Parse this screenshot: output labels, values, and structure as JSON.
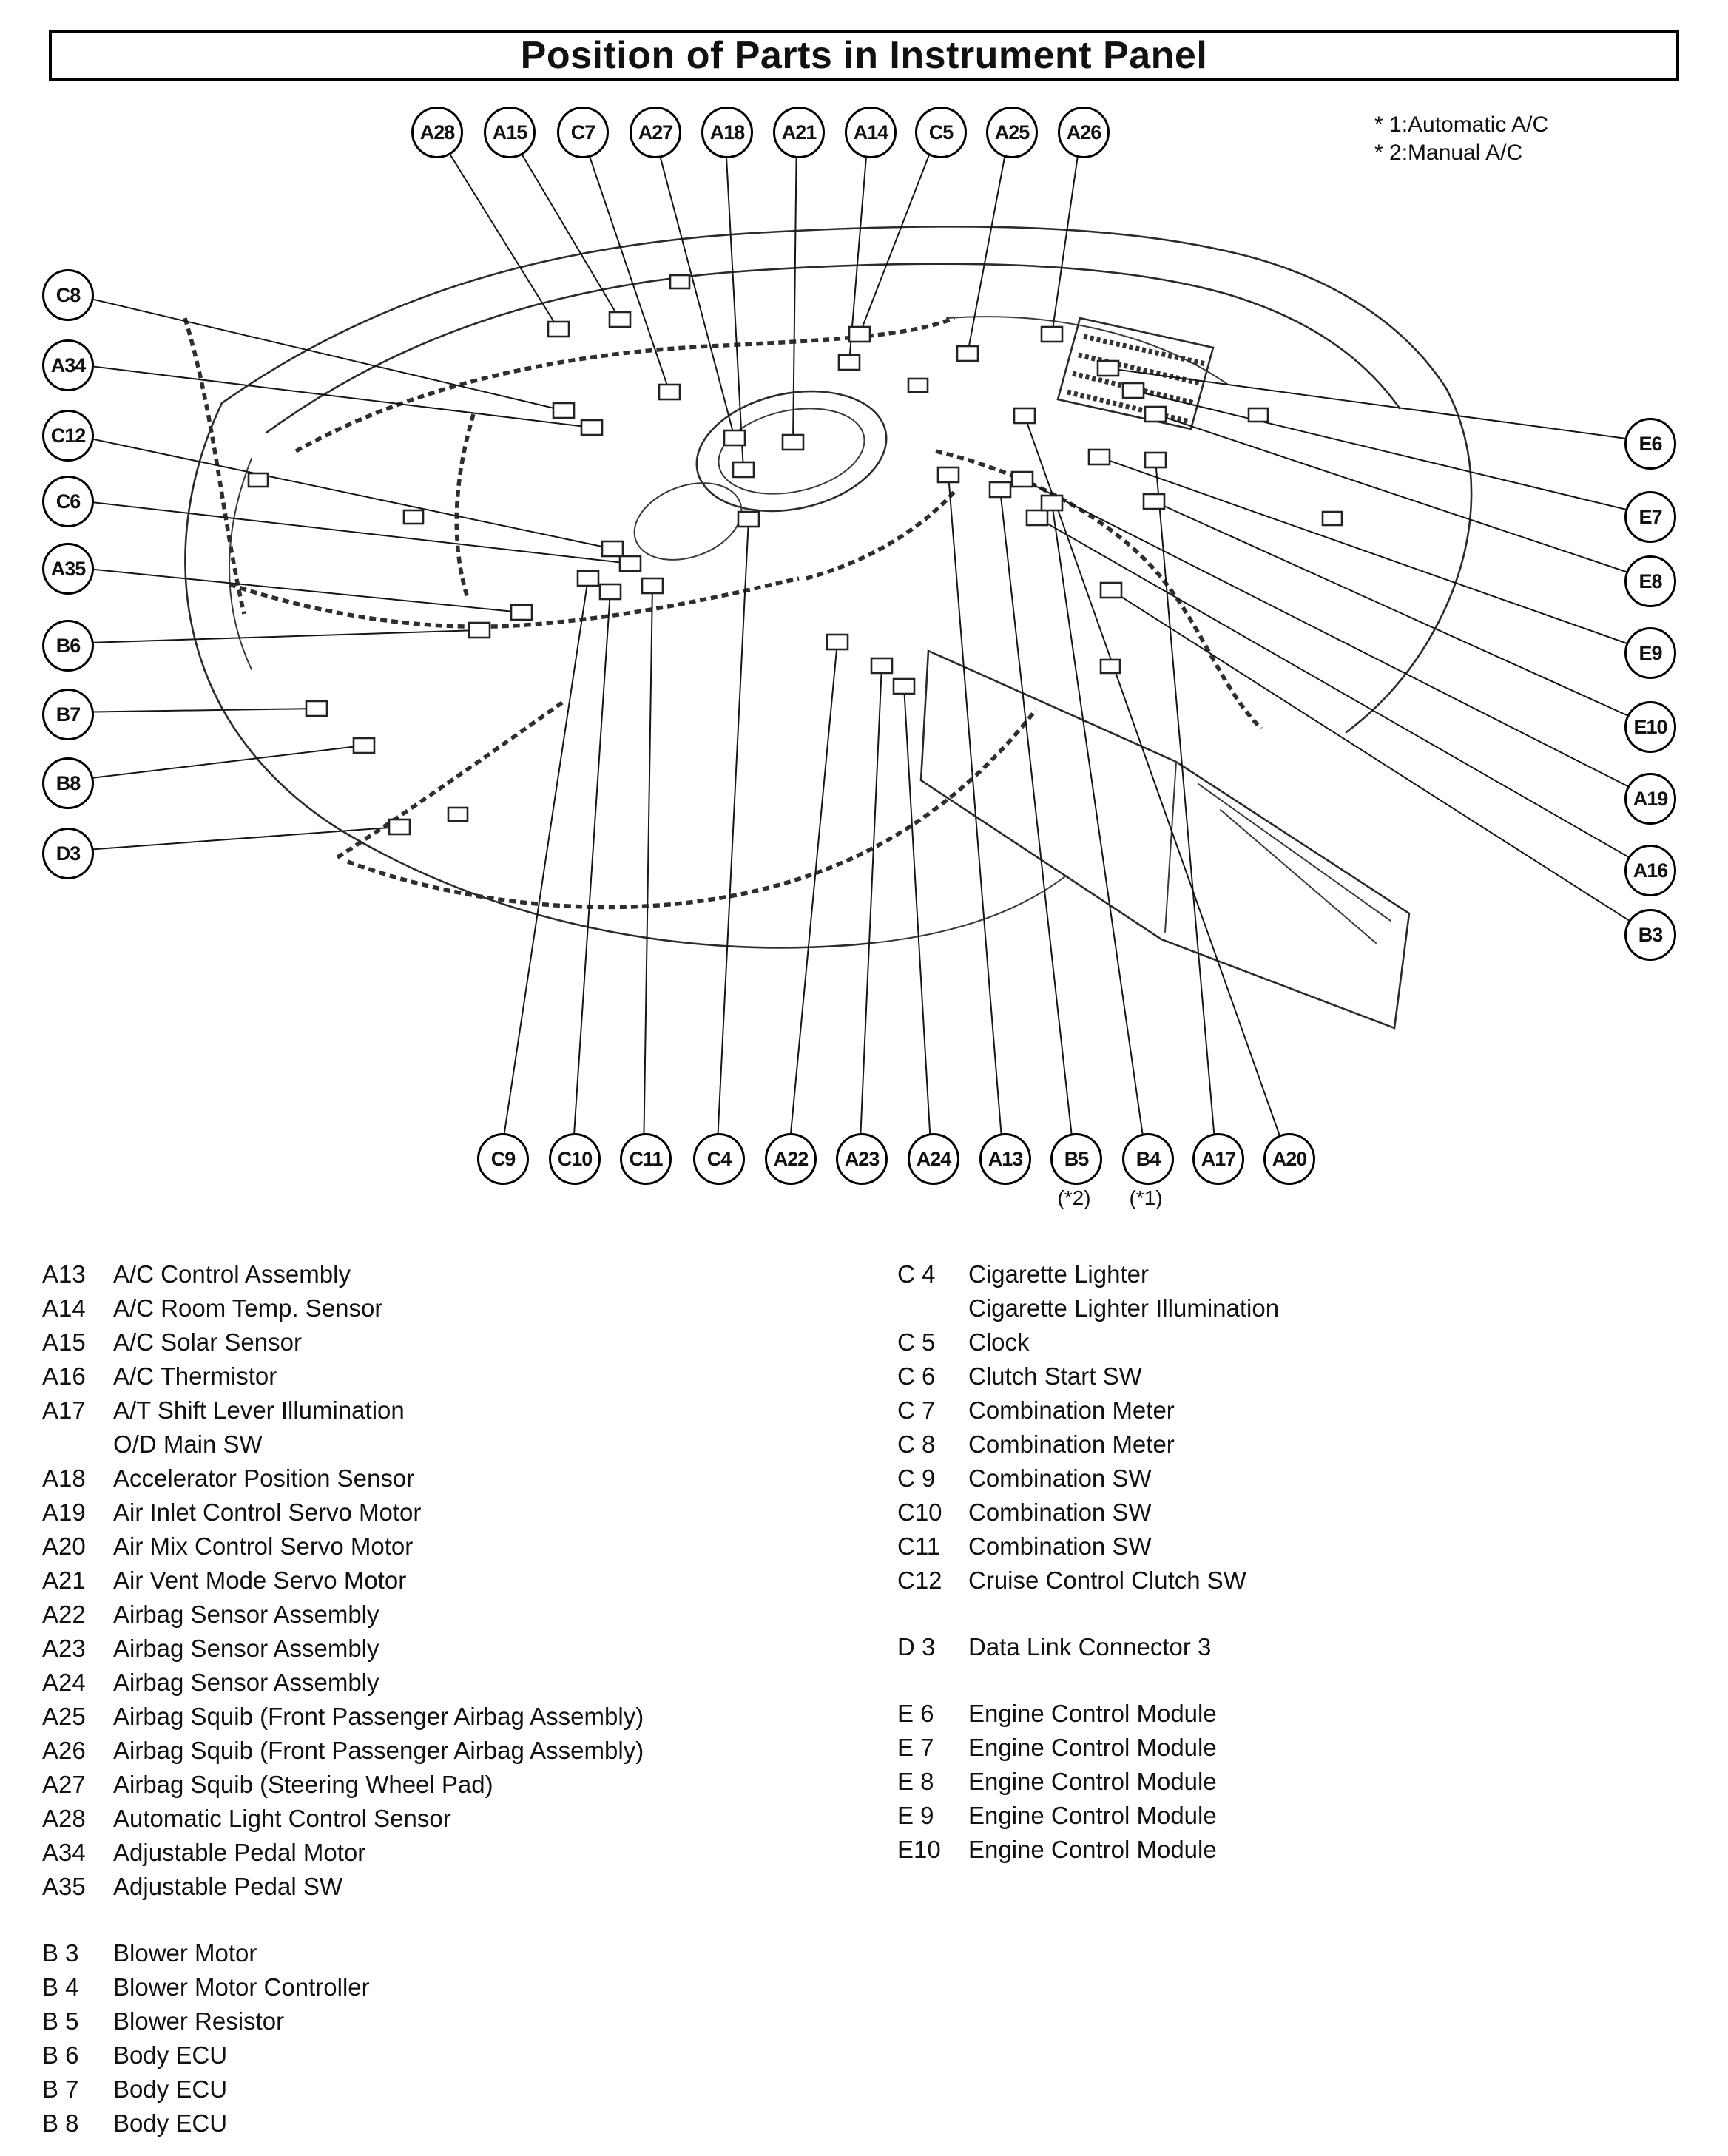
{
  "title": "Position of Parts in Instrument Panel",
  "notes": {
    "line1": "* 1:Automatic A/C",
    "line2": "* 2:Manual A/C"
  },
  "callouts": {
    "top": [
      "A28",
      "A15",
      "C7",
      "A27",
      "A18",
      "A21",
      "A14",
      "C5",
      "A25",
      "A26"
    ],
    "left": [
      "C8",
      "A34",
      "C12",
      "C6",
      "A35",
      "B6",
      "B7",
      "B8",
      "D3"
    ],
    "right": [
      "E6",
      "E7",
      "E8",
      "E9",
      "E10",
      "A19",
      "A16",
      "B3"
    ],
    "bottom": [
      "C9",
      "C10",
      "C11",
      "C4",
      "A22",
      "A23",
      "A24",
      "A13",
      "B5",
      "B4",
      "A17",
      "A20"
    ],
    "bottom_note_b5": "(*2)",
    "bottom_note_b4": "(*1)"
  },
  "legend": {
    "left": [
      {
        "code": "A13",
        "name": "A/C Control Assembly"
      },
      {
        "code": "A14",
        "name": "A/C Room Temp. Sensor"
      },
      {
        "code": "A15",
        "name": "A/C Solar Sensor"
      },
      {
        "code": "A16",
        "name": "A/C Thermistor"
      },
      {
        "code": "A17",
        "name": "A/T Shift Lever Illumination"
      },
      {
        "code": "",
        "name": "O/D Main SW"
      },
      {
        "code": "A18",
        "name": "Accelerator Position Sensor"
      },
      {
        "code": "A19",
        "name": "Air Inlet Control Servo Motor"
      },
      {
        "code": "A20",
        "name": "Air Mix Control Servo Motor"
      },
      {
        "code": "A21",
        "name": "Air Vent Mode Servo Motor"
      },
      {
        "code": "A22",
        "name": "Airbag Sensor Assembly"
      },
      {
        "code": "A23",
        "name": "Airbag Sensor Assembly"
      },
      {
        "code": "A24",
        "name": "Airbag Sensor Assembly"
      },
      {
        "code": "A25",
        "name": "Airbag Squib (Front Passenger Airbag Assembly)"
      },
      {
        "code": "A26",
        "name": "Airbag Squib (Front Passenger Airbag Assembly)"
      },
      {
        "code": "A27",
        "name": "Airbag Squib (Steering Wheel Pad)"
      },
      {
        "code": "A28",
        "name": "Automatic Light Control Sensor"
      },
      {
        "code": "A34",
        "name": "Adjustable Pedal Motor"
      },
      {
        "code": "A35",
        "name": "Adjustable Pedal SW"
      },
      {
        "code": "B 3",
        "name": "Blower Motor"
      },
      {
        "code": "B 4",
        "name": "Blower Motor Controller"
      },
      {
        "code": "B 5",
        "name": "Blower Resistor"
      },
      {
        "code": "B 6",
        "name": "Body ECU"
      },
      {
        "code": "B 7",
        "name": "Body ECU"
      },
      {
        "code": "B 8",
        "name": "Body ECU"
      }
    ],
    "right": [
      {
        "code": "C 4",
        "name": "Cigarette Lighter"
      },
      {
        "code": "",
        "name": "Cigarette Lighter Illumination"
      },
      {
        "code": "C 5",
        "name": "Clock"
      },
      {
        "code": "C 6",
        "name": "Clutch Start SW"
      },
      {
        "code": "C 7",
        "name": "Combination Meter"
      },
      {
        "code": "C 8",
        "name": "Combination Meter"
      },
      {
        "code": "C 9",
        "name": "Combination SW"
      },
      {
        "code": "C10",
        "name": "Combination SW"
      },
      {
        "code": "C11",
        "name": "Combination SW"
      },
      {
        "code": "C12",
        "name": "Cruise Control Clutch SW"
      },
      {
        "code": "D 3",
        "name": "Data Link Connector 3"
      },
      {
        "code": "E 6",
        "name": "Engine Control Module"
      },
      {
        "code": "E 7",
        "name": "Engine Control Module"
      },
      {
        "code": "E 8",
        "name": "Engine Control Module"
      },
      {
        "code": "E 9",
        "name": "Engine Control Module"
      },
      {
        "code": "E10",
        "name": "Engine Control Module"
      }
    ]
  }
}
